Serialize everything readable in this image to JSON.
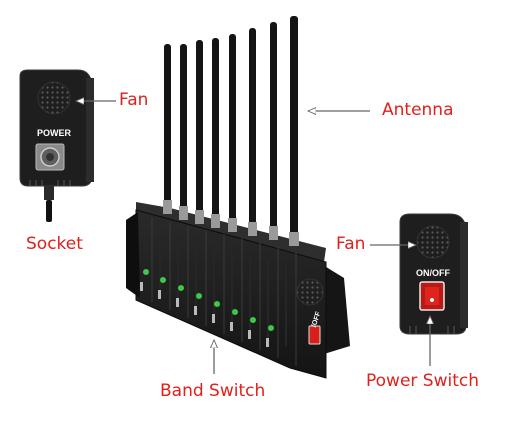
{
  "labels": {
    "fan_left": "Fan",
    "antenna": "Antenna",
    "socket": "Socket",
    "fan_right": "Fan",
    "band_switch": "Band Switch",
    "power_switch": "Power Switch"
  },
  "panel_text": {
    "power": "POWER",
    "on_off": "ON/OFF",
    "off_short": "/OFF"
  },
  "colors": {
    "label_red": "#e0201b",
    "device_body": "#1c1c1c",
    "led_green": "#3cc84a",
    "switch_red": "#d8201a"
  },
  "device": {
    "antenna_count": 8,
    "band_switch_count": 8
  }
}
